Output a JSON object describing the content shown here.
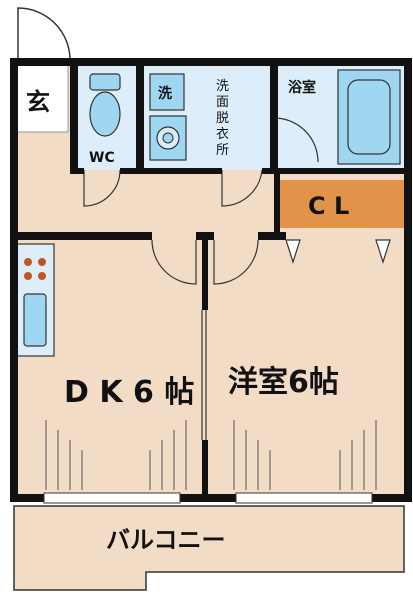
{
  "rooms": {
    "genkan": "玄",
    "wc": "WC",
    "sen": "洗",
    "washroom": [
      "洗",
      "面",
      "脱",
      "衣",
      "所"
    ],
    "bath": "浴室",
    "closet": "C L",
    "dk": "D K 6 帖",
    "western": "洋室6帖",
    "balcony": "バルコニー"
  },
  "colors": {
    "floor": "#f2dcc6",
    "wet": "#ddeefa",
    "fixture": "#9fd6f2",
    "closet": "#e3924a",
    "wall": "#111111",
    "stove_dot": "#c2571e"
  }
}
